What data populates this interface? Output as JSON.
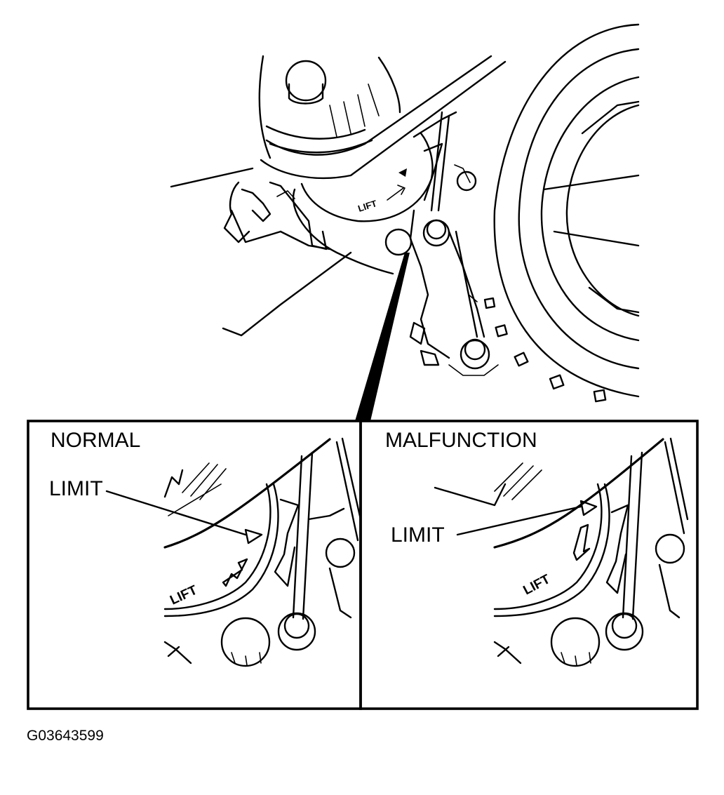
{
  "labels": {
    "main_lift": "LIFT",
    "normal_title": "NORMAL",
    "normal_limit": "LIMIT",
    "normal_lift": "LIFT",
    "malfunction_title": "MALFUNCTION",
    "malfunction_limit": "LIMIT",
    "malfunction_lift": "LIFT"
  },
  "figure_code": "G03643599",
  "colors": {
    "ink": "#000000",
    "paper": "#ffffff"
  }
}
